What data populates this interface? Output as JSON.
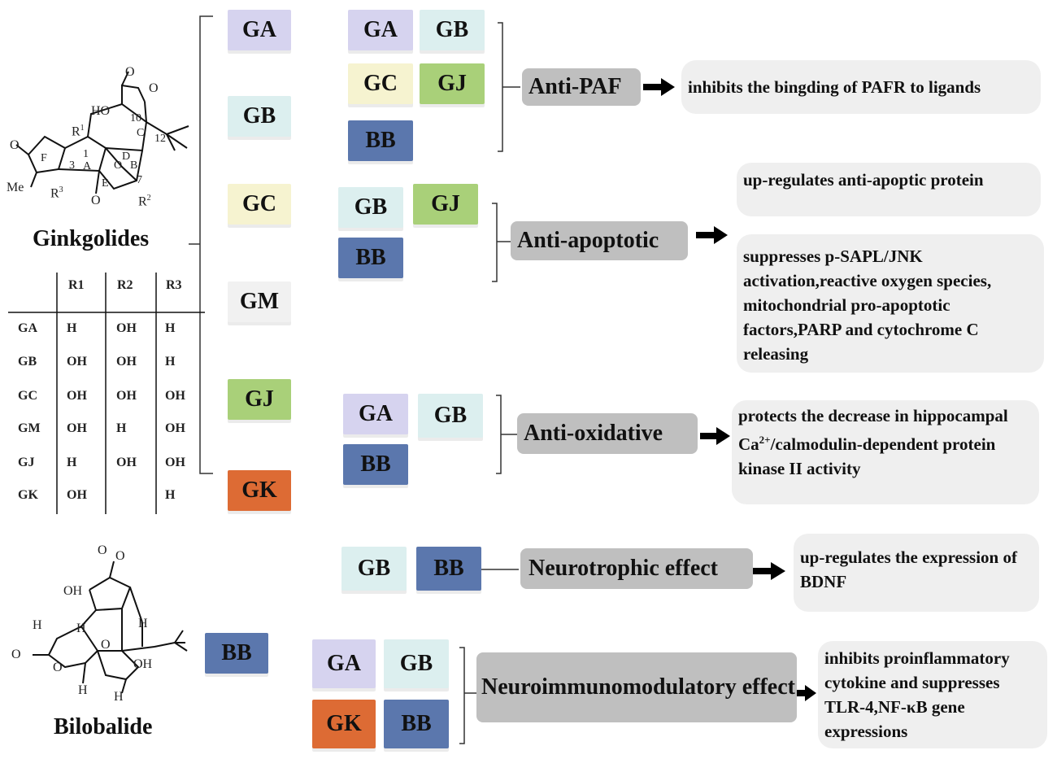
{
  "left": {
    "ginkgolides_label": "Ginkgolides",
    "bilobalide_label": "Bilobalide",
    "structure_labels": {
      "r1": "R",
      "r1_sup": "1",
      "r2": "R",
      "r2_sup": "2",
      "r3": "R",
      "r3_sup": "3",
      "me": "Me",
      "ho": "HO",
      "n1": "1",
      "n3": "3",
      "n7": "7",
      "n10": "10",
      "n12": "12",
      "ring_a": "A",
      "ring_b": "B",
      "ring_c": "C",
      "ring_d": "D",
      "ring_e": "E",
      "ring_f": "F",
      "o": "O",
      "oh": "OH",
      "h": "H"
    },
    "table": {
      "headers": [
        "",
        "R1",
        "R2",
        "R3"
      ],
      "rows": [
        [
          "GA",
          "H",
          "OH",
          "H"
        ],
        [
          "GB",
          "OH",
          "OH",
          "H"
        ],
        [
          "GC",
          "OH",
          "OH",
          "OH"
        ],
        [
          "GM",
          "OH",
          "H",
          "OH"
        ],
        [
          "GJ",
          "H",
          "OH",
          "OH"
        ],
        [
          "GK",
          "OH",
          "",
          "H"
        ]
      ]
    }
  },
  "compound_list": [
    "GA",
    "GB",
    "GC",
    "GM",
    "GJ",
    "GK"
  ],
  "bilobalide_tag": "BB",
  "effects": [
    {
      "name": "Anti-PAF",
      "tags": [
        "GA",
        "GB",
        "GC",
        "GJ",
        "BB"
      ],
      "descriptions": [
        "inhibits the bingding of PAFR to ligands"
      ]
    },
    {
      "name": "Anti-apoptotic",
      "tags": [
        "GB",
        "GJ",
        "BB"
      ],
      "descriptions": [
        "up-regulates anti-apoptic protein",
        "suppresses p-SAPL/JNK activation,reactive oxygen species, mitochondrial pro-apoptotic factors,PARP and cytochrome C releasing"
      ]
    },
    {
      "name": "Anti-oxidative",
      "tags": [
        "GA",
        "GB",
        "BB"
      ],
      "descriptions": [
        "protects the decrease in hippocampal Ca2+/calmodulin-dependent protein kinase II activity"
      ],
      "desc_parts": {
        "pre": "protects the decrease in hippocampal Ca",
        "sup": "2+",
        "post": "/calmodulin-dependent protein kinase II activity"
      }
    },
    {
      "name": "Neurotrophic effect",
      "tags": [
        "GB",
        "BB"
      ],
      "descriptions": [
        "up-regulates the expression of BDNF"
      ]
    },
    {
      "name": "Neuroimmunomodulatory effect",
      "tags": [
        "GA",
        "GB",
        "GK",
        "BB"
      ],
      "descriptions": [
        "inhibits proinflammatory cytokine and suppresses TLR-4,NF-κB gene expressions"
      ]
    }
  ],
  "colors": {
    "GA": "#d6d3ef",
    "GB": "#dcefef",
    "GC": "#f6f3d0",
    "GJ": "#a9d079",
    "BB": "#5b77ad",
    "GK": "#dd6b34",
    "GM": "#f1f1f1",
    "effect_box": "#bfbfbf",
    "desc_box": "#efefef"
  }
}
